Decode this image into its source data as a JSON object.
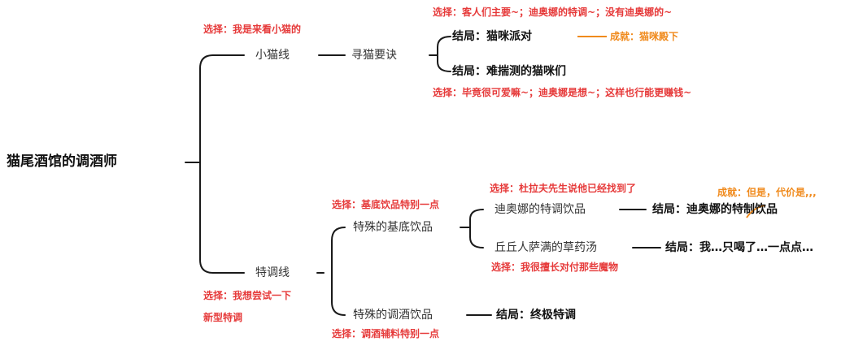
{
  "root": "猫尾酒馆的调酒师",
  "branch_kitten": {
    "label": "小猫线",
    "choice": "选择：我是来看小猫的",
    "child": "寻猫要诀",
    "choice_top": "选择：客人们主要~；迪奥娜的特调~；没有迪奥娜的~",
    "ending1": "结局：猫咪派对",
    "achievement1": "成就：猫咪殿下",
    "ending2": "结局：难揣测的猫咪们",
    "choice_bottom": "选择：毕竟很可爱嘛~；迪奥娜是想~；这样也行能更赚钱~"
  },
  "branch_special": {
    "label": "特调线",
    "choice_line1": "选择：我想尝试一下",
    "choice_line2": "新型特调",
    "sub1": {
      "label": "特殊的基底饮品",
      "choice": "选择：基底饮品特别一点",
      "drink1": "迪奥娜的特调饮品",
      "drink1_choice": "选择：杜拉夫先生说他已经找到了",
      "achievement": "成就：但是，代价是,,,",
      "drink1_ending": "结局：迪奥娜的特制饮品",
      "drink2": "丘丘人萨满的草药汤",
      "drink2_ending": "结局：我…只喝了…一点点…",
      "drink2_choice": "选择：我很擅长对付那些魔物"
    },
    "sub2": {
      "label": "特殊的调酒饮品",
      "ending": "结局：终极特调",
      "choice": "选择：调酒辅料特别一点"
    }
  },
  "colors": {
    "red": "#e63a3a",
    "orange": "#f08a1c",
    "line": "#1a1a1a"
  }
}
